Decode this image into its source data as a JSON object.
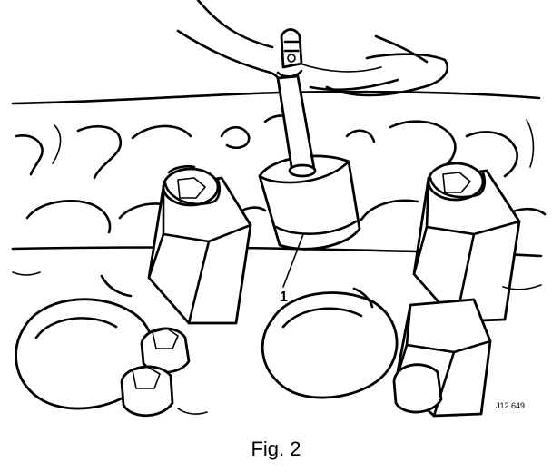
{
  "figure": {
    "caption": "Fig. 2",
    "callout_number": "1",
    "reference_code": "J12 649"
  }
}
